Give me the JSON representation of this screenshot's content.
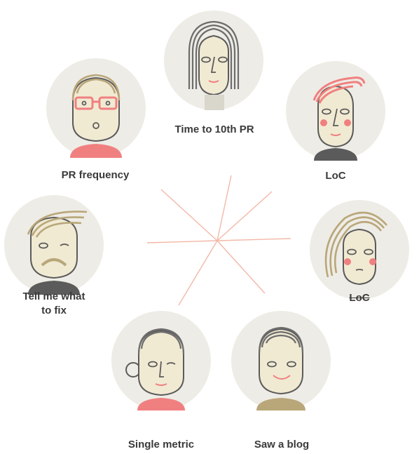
{
  "personas": [
    {
      "id": "p1",
      "label": "Time to 10th PR",
      "strike": false
    },
    {
      "id": "p2",
      "label": "LoC",
      "strike": false
    },
    {
      "id": "p3",
      "label": "LoC",
      "strike": true
    },
    {
      "id": "p4",
      "label": "Saw a blog",
      "strike": false
    },
    {
      "id": "p5",
      "label": "Single metric",
      "strike": false
    },
    {
      "id": "p6",
      "label": "Tell me what\nto fix",
      "strike": false
    },
    {
      "id": "p7",
      "label": "PR frequency",
      "strike": false
    }
  ],
  "colors": {
    "circle": "#eeece6",
    "outline": "#5b5b5b",
    "skin_line": "#b9a77a",
    "hair_gold": "#b9a77a",
    "hair_gray": "#6d6d6d",
    "accent_red": "#f08080",
    "spoke": "#f3b8a8"
  }
}
